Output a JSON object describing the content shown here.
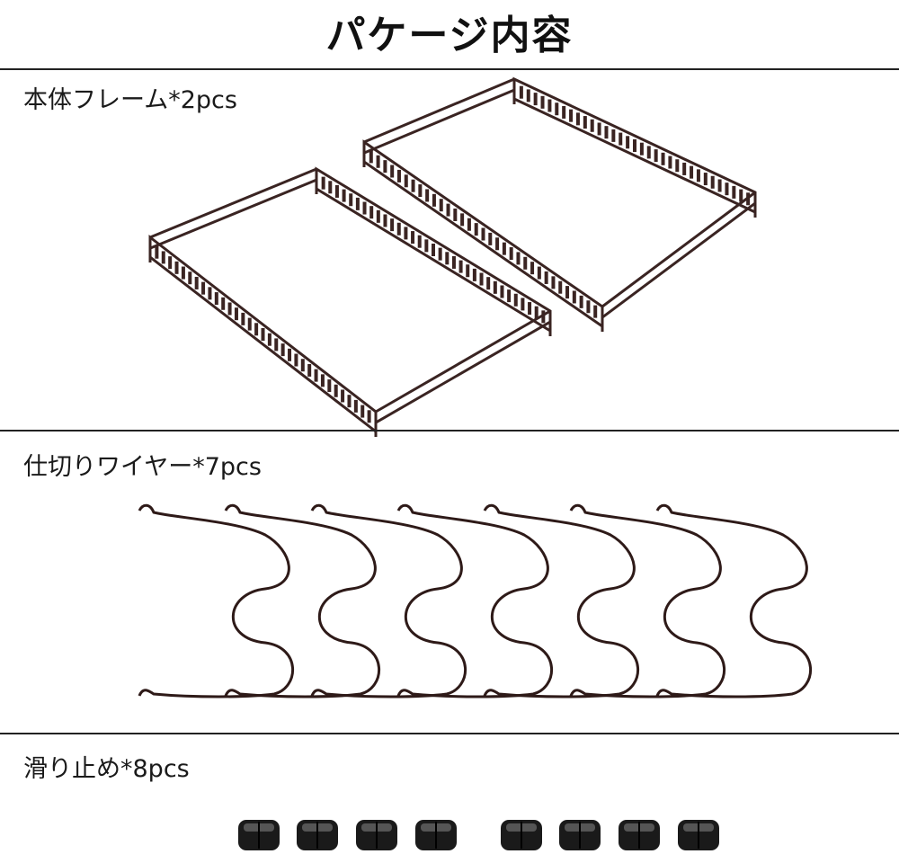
{
  "title": "パケージ内容",
  "sections": [
    {
      "label": "本体フレーム*2pcs",
      "count": 2
    },
    {
      "label": "仕切りワイヤー*7pcs",
      "count": 7
    },
    {
      "label": "滑り止め*8pcs",
      "count": 8
    }
  ],
  "colors": {
    "frame": "#3a2422",
    "wire": "#2e1a18",
    "stopper": "#1a1a1a"
  }
}
